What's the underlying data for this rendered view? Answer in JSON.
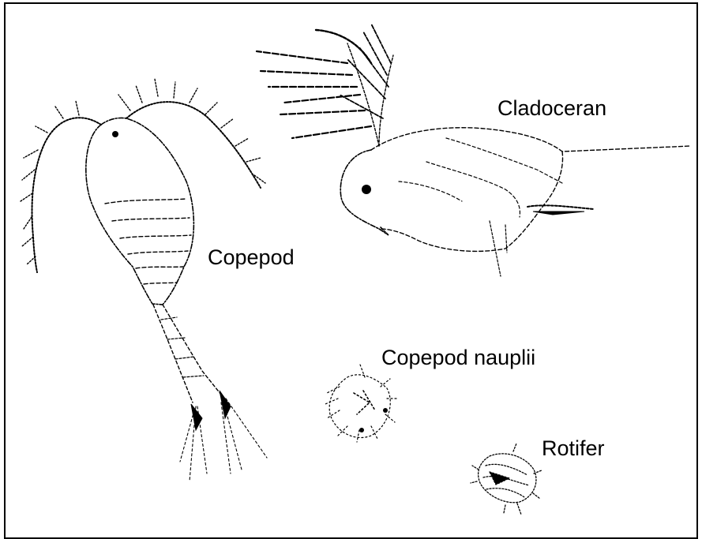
{
  "labels": {
    "cladoceran": "Cladoceran",
    "copepod": "Copepod",
    "copepod_nauplii": "Copepod nauplii",
    "rotifer": "Rotifer"
  },
  "colors": {
    "ink": "#000000",
    "background": "#ffffff"
  },
  "organisms": [
    "copepod-drawing",
    "cladoceran-drawing",
    "copepod-nauplii-drawing",
    "rotifer-drawing"
  ]
}
